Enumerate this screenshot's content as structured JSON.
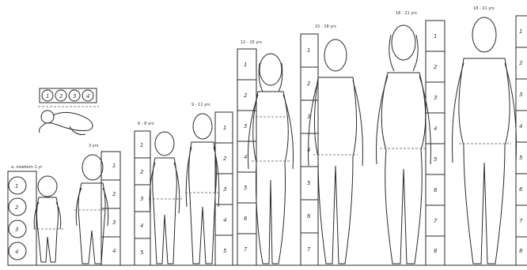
{
  "groups": [
    {
      "label": "a. newborn 1 yr",
      "units": [
        "1",
        "2",
        "3",
        "4"
      ]
    },
    {
      "label": "3 yrs",
      "units": [
        "1",
        "2",
        "3",
        "4"
      ]
    },
    {
      "label": "6 - 8 yrs",
      "units": [
        "1",
        "2",
        "3",
        "4",
        "5"
      ]
    },
    {
      "label": "9 - 11 yrs",
      "units": [
        "1",
        "2",
        "3",
        "4",
        "5"
      ]
    },
    {
      "label": "12 - 15 yrs",
      "units": [
        "1",
        "2",
        "3",
        "4",
        "5",
        "6",
        "7"
      ]
    },
    {
      "label": "15 - 18 yrs",
      "units": [
        "1",
        "2",
        "3",
        "4",
        "5",
        "6",
        "7"
      ]
    },
    {
      "label": "18 - 21 yrs",
      "units": [
        "1",
        "2",
        "3",
        "4",
        "5",
        "6",
        "7",
        "8"
      ]
    },
    {
      "label": "18 - 21 yrs",
      "units": [
        "1",
        "2",
        "3",
        "4",
        "5",
        "6",
        "7",
        "8"
      ]
    }
  ],
  "infant_units": [
    "1",
    "2",
    "3",
    "4"
  ]
}
